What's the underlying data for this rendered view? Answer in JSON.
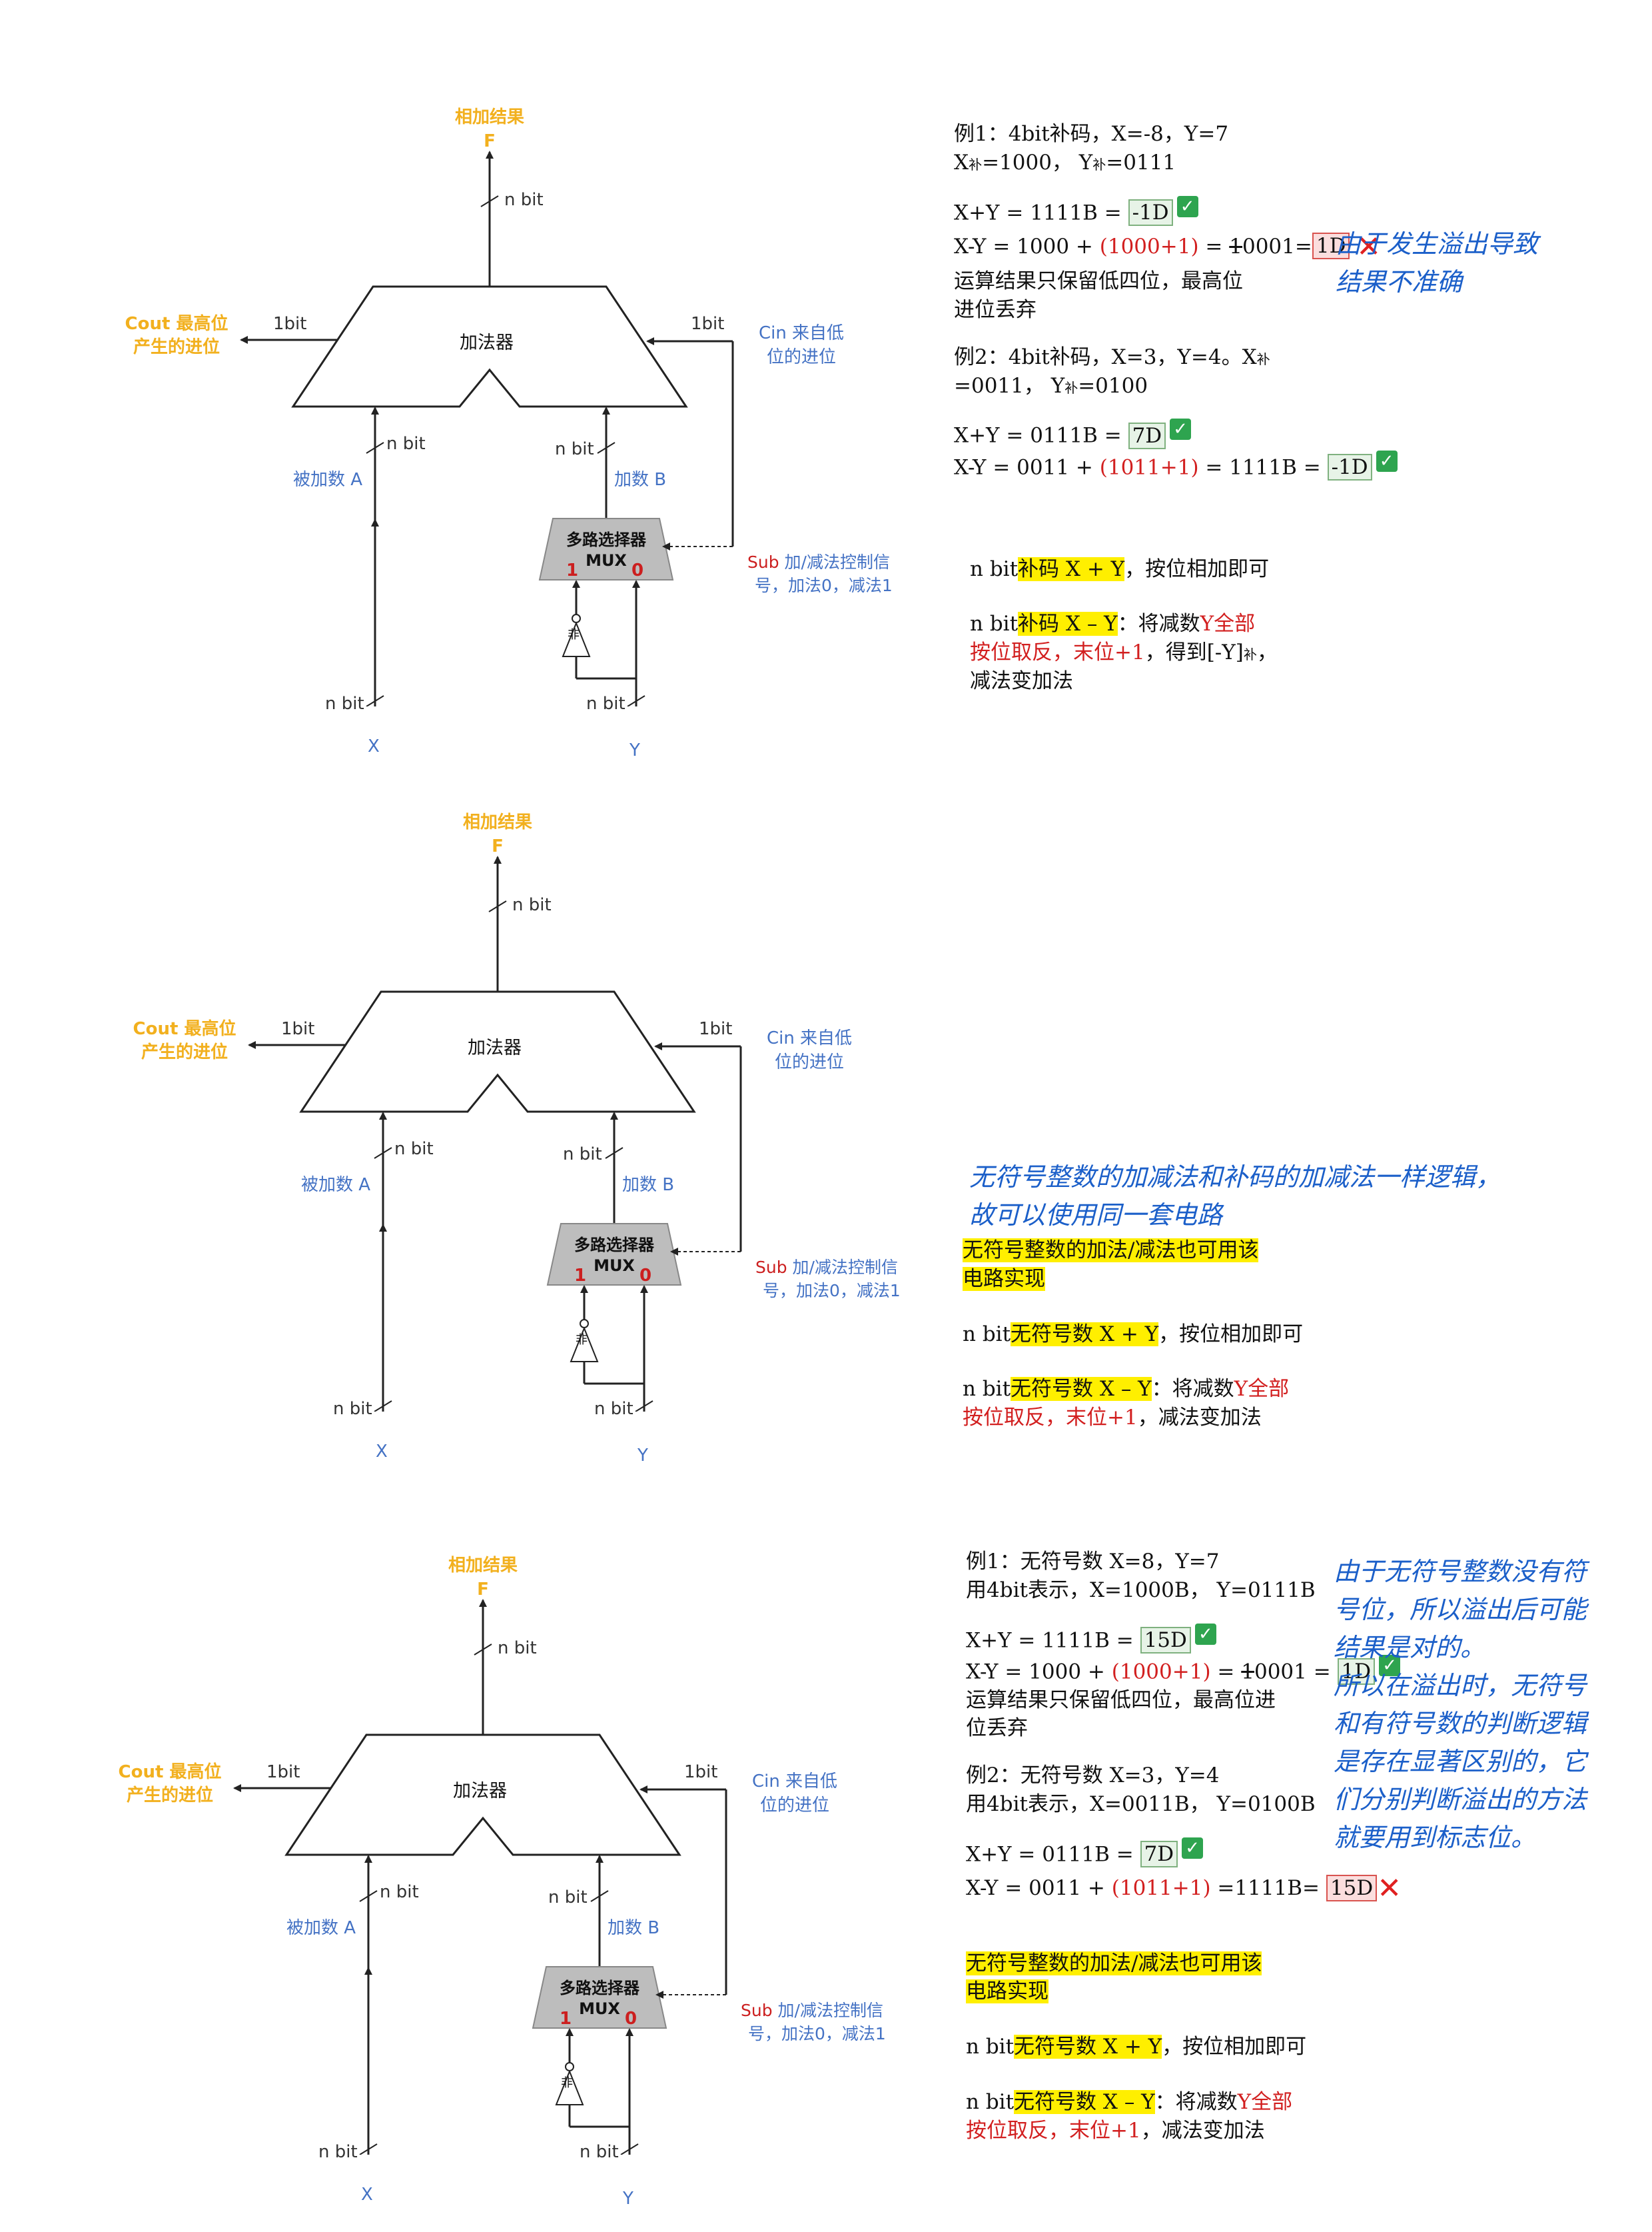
{
  "circuit": {
    "result_label": "相加结果",
    "result_symbol": "F",
    "nbit": "n bit",
    "onebit": "1bit",
    "adder": "加法器",
    "cout_line1": "Cout 最高位",
    "cout_line2": "产生的进位",
    "cin_line1": "Cin 来自低",
    "cin_line2": "位的进位",
    "addend_a": "被加数 A",
    "addend_b": "加数 B",
    "mux_line1": "多路选择器",
    "mux_line2": "MUX",
    "mux_in1": "1",
    "mux_in0": "0",
    "not_gate": "非",
    "sub_word": "Sub",
    "sub_line1": "加/减法控制信",
    "sub_line2": "号，加法0，减法1",
    "input_x": "X",
    "input_y": "Y"
  },
  "panel1": {
    "ex1_line1": "例1：4bit补码，X=-8，Y=7",
    "ex1_line2_a": "X",
    "ex1_line2_b": "补",
    "ex1_line2_c": "=1000，  Y",
    "ex1_line2_d": "补",
    "ex1_line2_e": "=0111",
    "sum1_prefix": "X+Y = 1111B = ",
    "sum1_value": "-1D",
    "diff1_prefix": "X-Y = 1000 + ",
    "diff1_red": "(1000+1)",
    "diff1_eq": " = ",
    "diff1_strike": "1",
    "diff1_rest": "0001=",
    "diff1_value": "1D",
    "keep_line1": "运算结果只保留低四位，最高位",
    "keep_line2": "进位丢弃",
    "ex2_line1_a": "例2：4bit补码，X=3，Y=4。X",
    "ex2_line1_b": "补",
    "ex2_line2_a": "=0011，  Y",
    "ex2_line2_b": "补",
    "ex2_line2_c": "=0100",
    "sum2_prefix": "X+Y = 0111B = ",
    "sum2_value": "7D",
    "diff2_prefix": "X-Y = 0011 + ",
    "diff2_red": "(1011+1)",
    "diff2_rest": " = 1111B = ",
    "diff2_value": "-1D",
    "add_rule_a": "n bit",
    "add_rule_hl": "补码 X + Y",
    "add_rule_c": "，按位相加即可",
    "sub_rule_a": "n bit",
    "sub_rule_hl": "补码 X – Y",
    "sub_rule_c": "：将减数",
    "sub_rule_red1": "Y全部",
    "sub_rule_red2": "按位取反，末位+1",
    "sub_rule_d": "，得到[-Y]",
    "sub_rule_e": "补",
    "sub_rule_f": "，",
    "sub_rule_line3": "减法变加法",
    "note_line1": "由于发生溢出导致",
    "note_line2": "结果不准确"
  },
  "panel2": {
    "note_line1": "无符号整数的加减法和补码的加减法一样逻辑，",
    "note_line2": "故可以使用同一套电路",
    "hl_line1": "无符号整数的加法/减法也可用该",
    "hl_line2": "电路实现",
    "add_rule_a": "n bit",
    "add_rule_hl": "无符号数 X + Y",
    "add_rule_c": "，按位相加即可",
    "sub_rule_a": "n bit",
    "sub_rule_hl": "无符号数 X – Y",
    "sub_rule_c": "：将减数",
    "sub_rule_red1": "Y全部",
    "sub_rule_red2": "按位取反，末位+1",
    "sub_rule_d": "，减法变加法"
  },
  "panel3": {
    "ex1_line1": "例1：无符号数 X=8，Y=7",
    "ex1_line2": "用4bit表示，X=1000B，  Y=0111B",
    "sum1_prefix": "X+Y = 1111B  = ",
    "sum1_value": "15D",
    "diff1_prefix": "X-Y = 1000 + ",
    "diff1_red": "(1000+1)",
    "diff1_eq": " = ",
    "diff1_strike": "1",
    "diff1_rest": "0001 = ",
    "diff1_value": "1D",
    "keep_line1": "运算结果只保留低四位，最高位进",
    "keep_line2": "位丢弃",
    "ex2_line1": "例2：无符号数 X=3，Y=4",
    "ex2_line2": "用4bit表示，X=0011B，  Y=0100B",
    "sum2_prefix": "X+Y = 0111B = ",
    "sum2_value": "7D",
    "diff2_prefix": "X-Y = 0011 + ",
    "diff2_red": "(1011+1)",
    "diff2_rest": " =1111B= ",
    "diff2_value": "15D",
    "hl_line1": "无符号整数的加法/减法也可用该",
    "hl_line2": "电路实现",
    "add_rule_a": "n bit",
    "add_rule_hl": "无符号数 X + Y",
    "add_rule_c": "，按位相加即可",
    "sub_rule_a": "n bit",
    "sub_rule_hl": "无符号数 X – Y",
    "sub_rule_c": "：将减数",
    "sub_rule_red1": "Y全部",
    "sub_rule_red2": "按位取反，末位+1",
    "sub_rule_d": "，减法变加法",
    "note_lines": [
      "由于无符号整数没有符",
      "号位，所以溢出后可能",
      "结果是对的。",
      "所以在溢出时，无符号",
      "和有符号数的判断逻辑",
      "是存在显著区别的，它",
      "们分别判断溢出的方法",
      "就要用到标志位。"
    ]
  },
  "colors": {
    "orange": "#f2b01e",
    "blue": "#4472c4",
    "red": "#cc1f1f",
    "highlight": "#ffef00",
    "note_blue": "#1b5fc9",
    "check_green": "#2ea44f"
  }
}
